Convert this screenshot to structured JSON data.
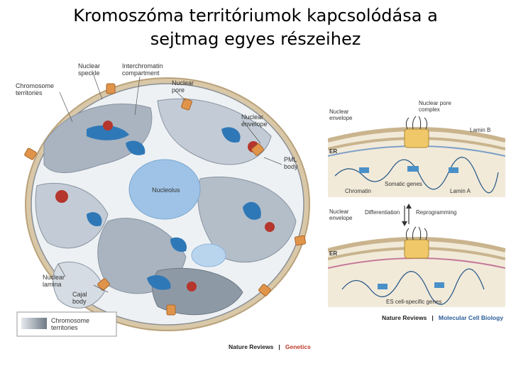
{
  "title": {
    "line1": "Kromoszóma territóriumok kapcsolódása a",
    "line2": "sejtmag egyes részeihez"
  },
  "left_figure": {
    "labels": {
      "nuclear_speckle": [
        "Nuclear",
        "speckle"
      ],
      "interchromatin": [
        "Interchromatin",
        "compartment"
      ],
      "chromosome_territories": [
        "Chromosome",
        "territories"
      ],
      "nuclear_pore": [
        "Nuclear",
        "pore"
      ],
      "nuclear_envelope": [
        "Nuclear",
        "envelope"
      ],
      "pml_body": [
        "PML",
        "body"
      ],
      "nucleolus": "Nucleolus",
      "nuclear_lamina": [
        "Nuclear",
        "lamina"
      ],
      "cajal_body": [
        "Cajal",
        "body"
      ],
      "legend": [
        "Chromosome",
        "territories"
      ]
    },
    "credit": {
      "journal": "Nature Reviews",
      "separator": "|",
      "section": "Genetics"
    }
  },
  "right_figure": {
    "labels": {
      "nuclear_pore_complex": [
        "Nuclear pore",
        "complex"
      ],
      "nuclear_envelope_top": [
        "Nuclear",
        "envelope"
      ],
      "lamin_b": "Lamin B",
      "er_top": "ER",
      "somatic_genes": "Somatic genes",
      "chromatin": "Chromatin",
      "lamin_a": "Lamin A",
      "differentiation": "Differentiation",
      "reprogramming": "Reprogramming",
      "nuclear_envelope_bottom": [
        "Nuclear",
        "envelope"
      ],
      "er_bottom": "ER",
      "es_genes": "ES cell-specific genes"
    },
    "credit": {
      "journal": "Nature Reviews",
      "separator": "|",
      "section": "Molecular Cell Biology"
    }
  },
  "colors": {
    "territory_gray": "#a9b4c0",
    "territory_light": "#d5dce4",
    "speckle_blue": "#2f78b7",
    "pml_red": "#b5362c",
    "nucleolus": "#9ec3e6",
    "envelope": "#d9c8a8",
    "pore_orange": "#e0944a"
  }
}
